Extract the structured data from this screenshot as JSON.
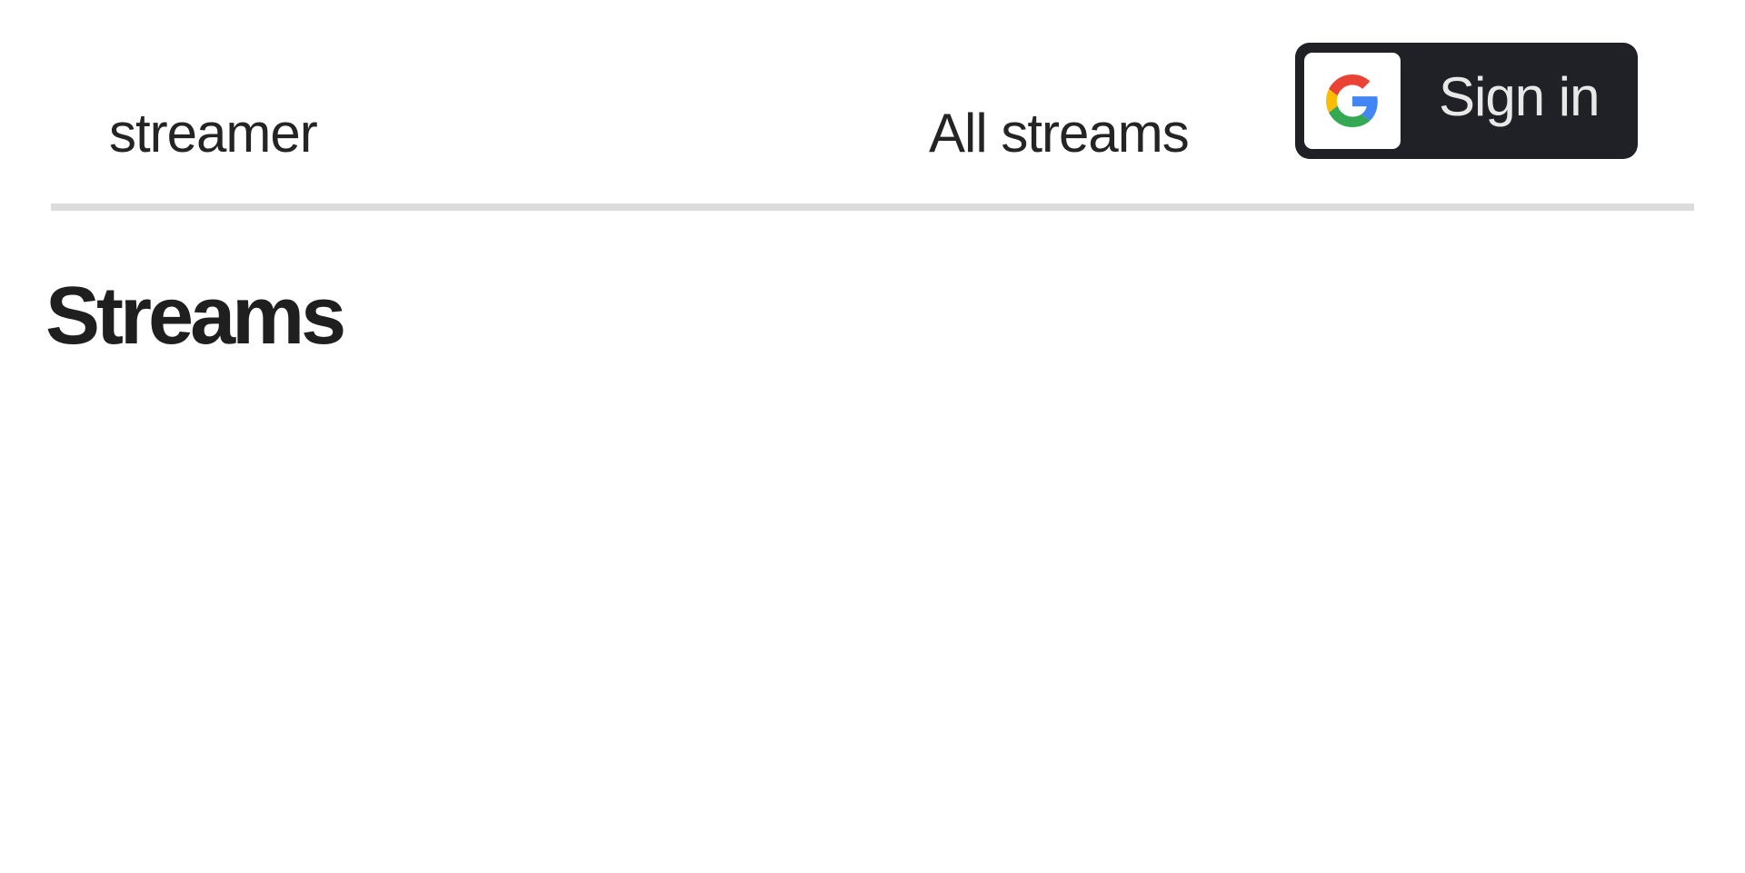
{
  "nav": {
    "brand": {
      "label": "streamer"
    },
    "links": [
      {
        "label": "All streams"
      }
    ],
    "signin_button": {
      "label": "Sign in",
      "icon": "google-logo-icon"
    }
  },
  "main": {
    "heading": "Streams"
  },
  "colors": {
    "text": "#242424",
    "heading": "#1f1f1f",
    "divider": "#dcdcdc",
    "button-bg": "#202126",
    "button-text": "#e8e8e8",
    "page-bg": "#ffffff",
    "g-blue": "#4285F4",
    "g-green": "#34A853",
    "g-yellow": "#FBBC05",
    "g-red": "#EA4335"
  }
}
